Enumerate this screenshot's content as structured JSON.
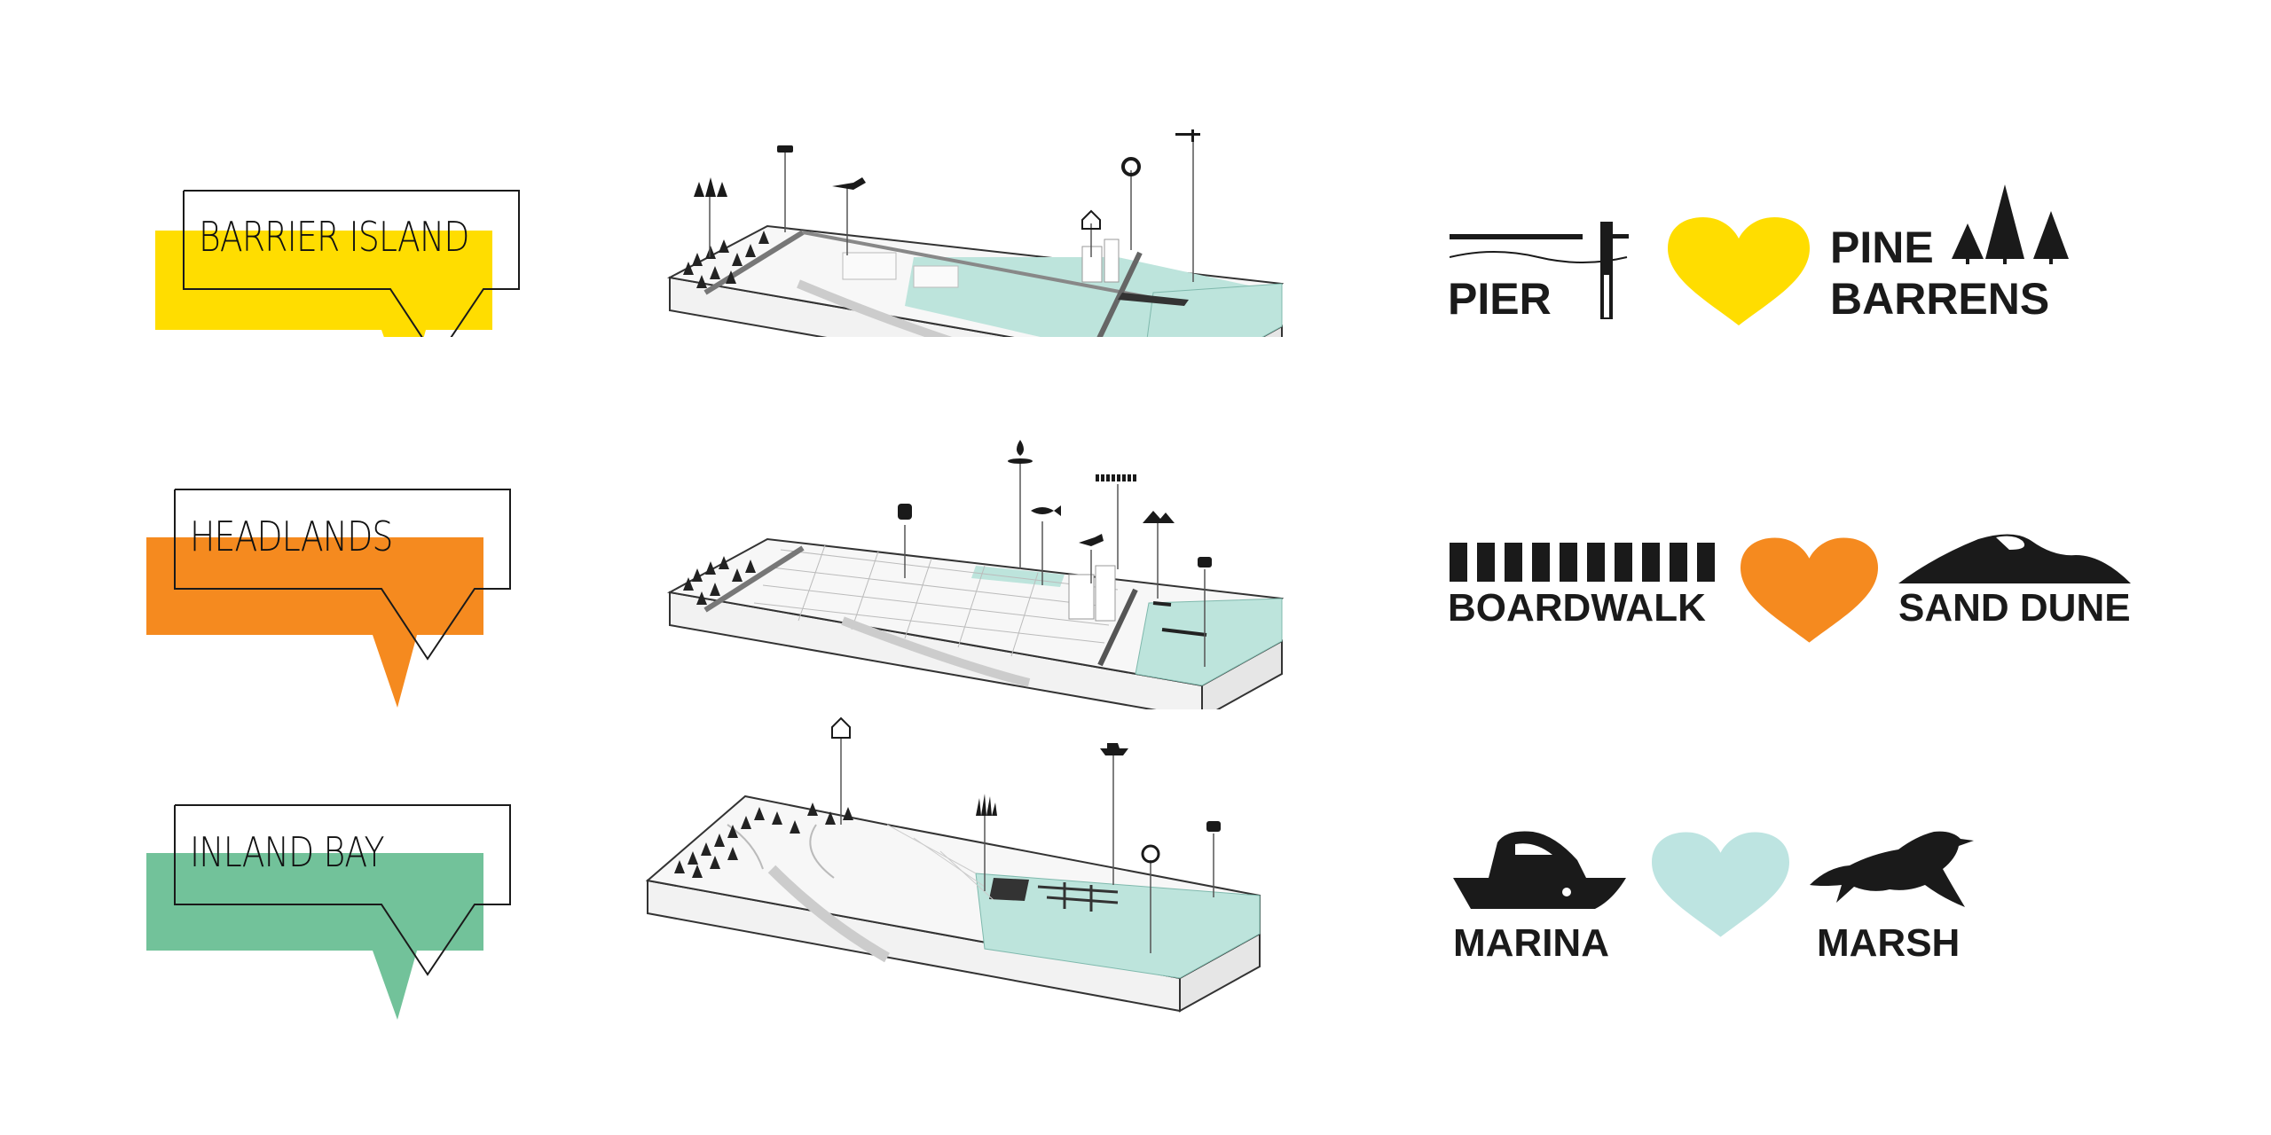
{
  "colors": {
    "barrier": "#FFDD00",
    "headlands": "#F58A1F",
    "inland": "#72C29A",
    "water": "#BDE4DC",
    "heart_inland": "#BDE4E1",
    "ink": "#1a1a1a"
  },
  "rows": [
    {
      "name": "barrier-island",
      "bubble_label": "BARRIER ISLAND",
      "color_key": "barrier",
      "legend": {
        "left_word": "PIER",
        "right_word_1": "PINE",
        "right_word_2": "BARRENS",
        "left_icon": "pier-icon",
        "right_icon": "pine-trees-icon"
      },
      "block_icons": [
        "pine-trees-icon",
        "car-icon",
        "bird-icon",
        "house-icon",
        "target-icon",
        "crane-icon"
      ]
    },
    {
      "name": "headlands",
      "bubble_label": "HEADLANDS",
      "color_key": "headlands",
      "legend": {
        "left_word": "BOARDWALK",
        "right_word_1": "SAND DUNE",
        "left_icon": "boardwalk-icon",
        "right_icon": "sand-dune-icon"
      },
      "block_icons": [
        "train-icon",
        "drop-icon",
        "fish-icon",
        "boardwalk-icon",
        "bird-icon",
        "dune-icon",
        "vehicle-icon"
      ]
    },
    {
      "name": "inland-bay",
      "bubble_label": "INLAND BAY",
      "color_key": "inland",
      "legend": {
        "left_word": "MARINA",
        "right_word_1": "MARSH",
        "left_icon": "boat-icon",
        "right_icon": "marsh-bird-icon"
      },
      "block_icons": [
        "house-icon",
        "reeds-icon",
        "boat-icon",
        "biohazard-icon",
        "vehicle-icon"
      ]
    }
  ]
}
